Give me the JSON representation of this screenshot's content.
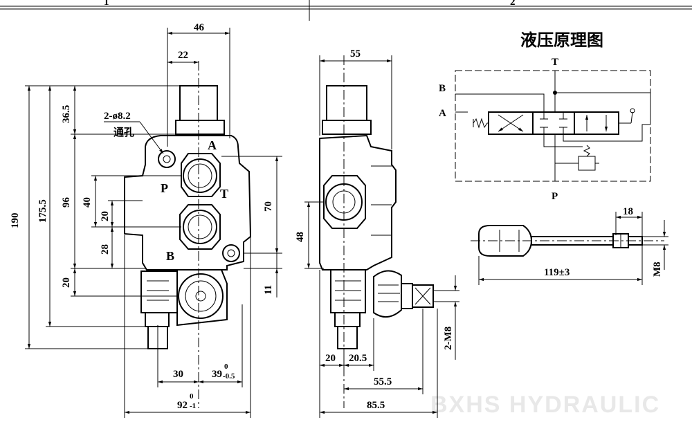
{
  "frame": {
    "zone_1": "1",
    "zone_2": "2"
  },
  "title": "液压原理图",
  "front_view": {
    "dim_46": "46",
    "dim_22": "22",
    "dim_36_5": "36.5",
    "hole_callout": "2-ø8.2",
    "hole_note": "通孔",
    "dim_190": "190",
    "dim_175_5": "175.5",
    "dim_96": "96",
    "dim_40": "40",
    "dim_20_upper": "20",
    "dim_28": "28",
    "dim_20_lower": "20",
    "dim_70": "70",
    "dim_11": "11",
    "dim_30": "30",
    "dim_39": "39",
    "dim_39_tol_upper": "0",
    "dim_39_tol_lower": "-0.5",
    "dim_92": "92",
    "dim_92_tol_upper": "0",
    "dim_92_tol_lower": "-1",
    "port_a": "A",
    "port_b": "B",
    "port_p": "P",
    "port_t": "T"
  },
  "side_view": {
    "dim_55": "55",
    "dim_48": "48",
    "dim_20": "20",
    "dim_20_5": "20.5",
    "dim_55_5": "55.5",
    "dim_85_5": "85.5",
    "dim_2_m8": "2-M8"
  },
  "schematic": {
    "label_t": "T",
    "label_p": "P",
    "label_a": "A",
    "label_b": "B"
  },
  "handle": {
    "dim_18": "18",
    "dim_119": "119±3",
    "dim_m8": "M8"
  },
  "watermark": "BXHS HYDRAULIC"
}
